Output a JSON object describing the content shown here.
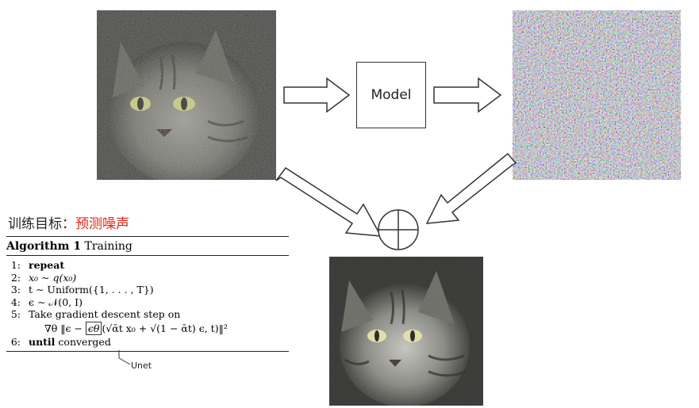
{
  "model_label": "Model",
  "goal": {
    "prefix": "训练目标：",
    "highlight": "预测噪声"
  },
  "algorithm": {
    "title_bold": "Algorithm 1",
    "title_rest": "Training",
    "lines": [
      {
        "num": "1:",
        "text": "repeat"
      },
      {
        "num": "2:",
        "text": "x₀ ∼ q(x₀)"
      },
      {
        "num": "3:",
        "text": "t ∼ Uniform({1, . . . , T})"
      },
      {
        "num": "4:",
        "text": "ϵ ∼ 𝒩(0, I)"
      },
      {
        "num": "5:",
        "text": "Take gradient descent step on"
      },
      {
        "grad_prefix": "∇θ ‖ϵ − ",
        "grad_boxed": "ϵθ",
        "grad_suffix": "(√ᾱt x₀ + √(1 − ᾱt) ϵ, t)‖²"
      },
      {
        "num": "6:",
        "text": "until",
        "text2": "converged"
      }
    ]
  },
  "unet_label": "Unet",
  "icons": {
    "arrow_right_1": "right-arrow-icon",
    "arrow_right_2": "right-arrow-icon",
    "arrow_down_right": "down-right-arrow-icon",
    "arrow_down_left": "down-left-arrow-icon",
    "oplus": "circled-plus-icon"
  }
}
